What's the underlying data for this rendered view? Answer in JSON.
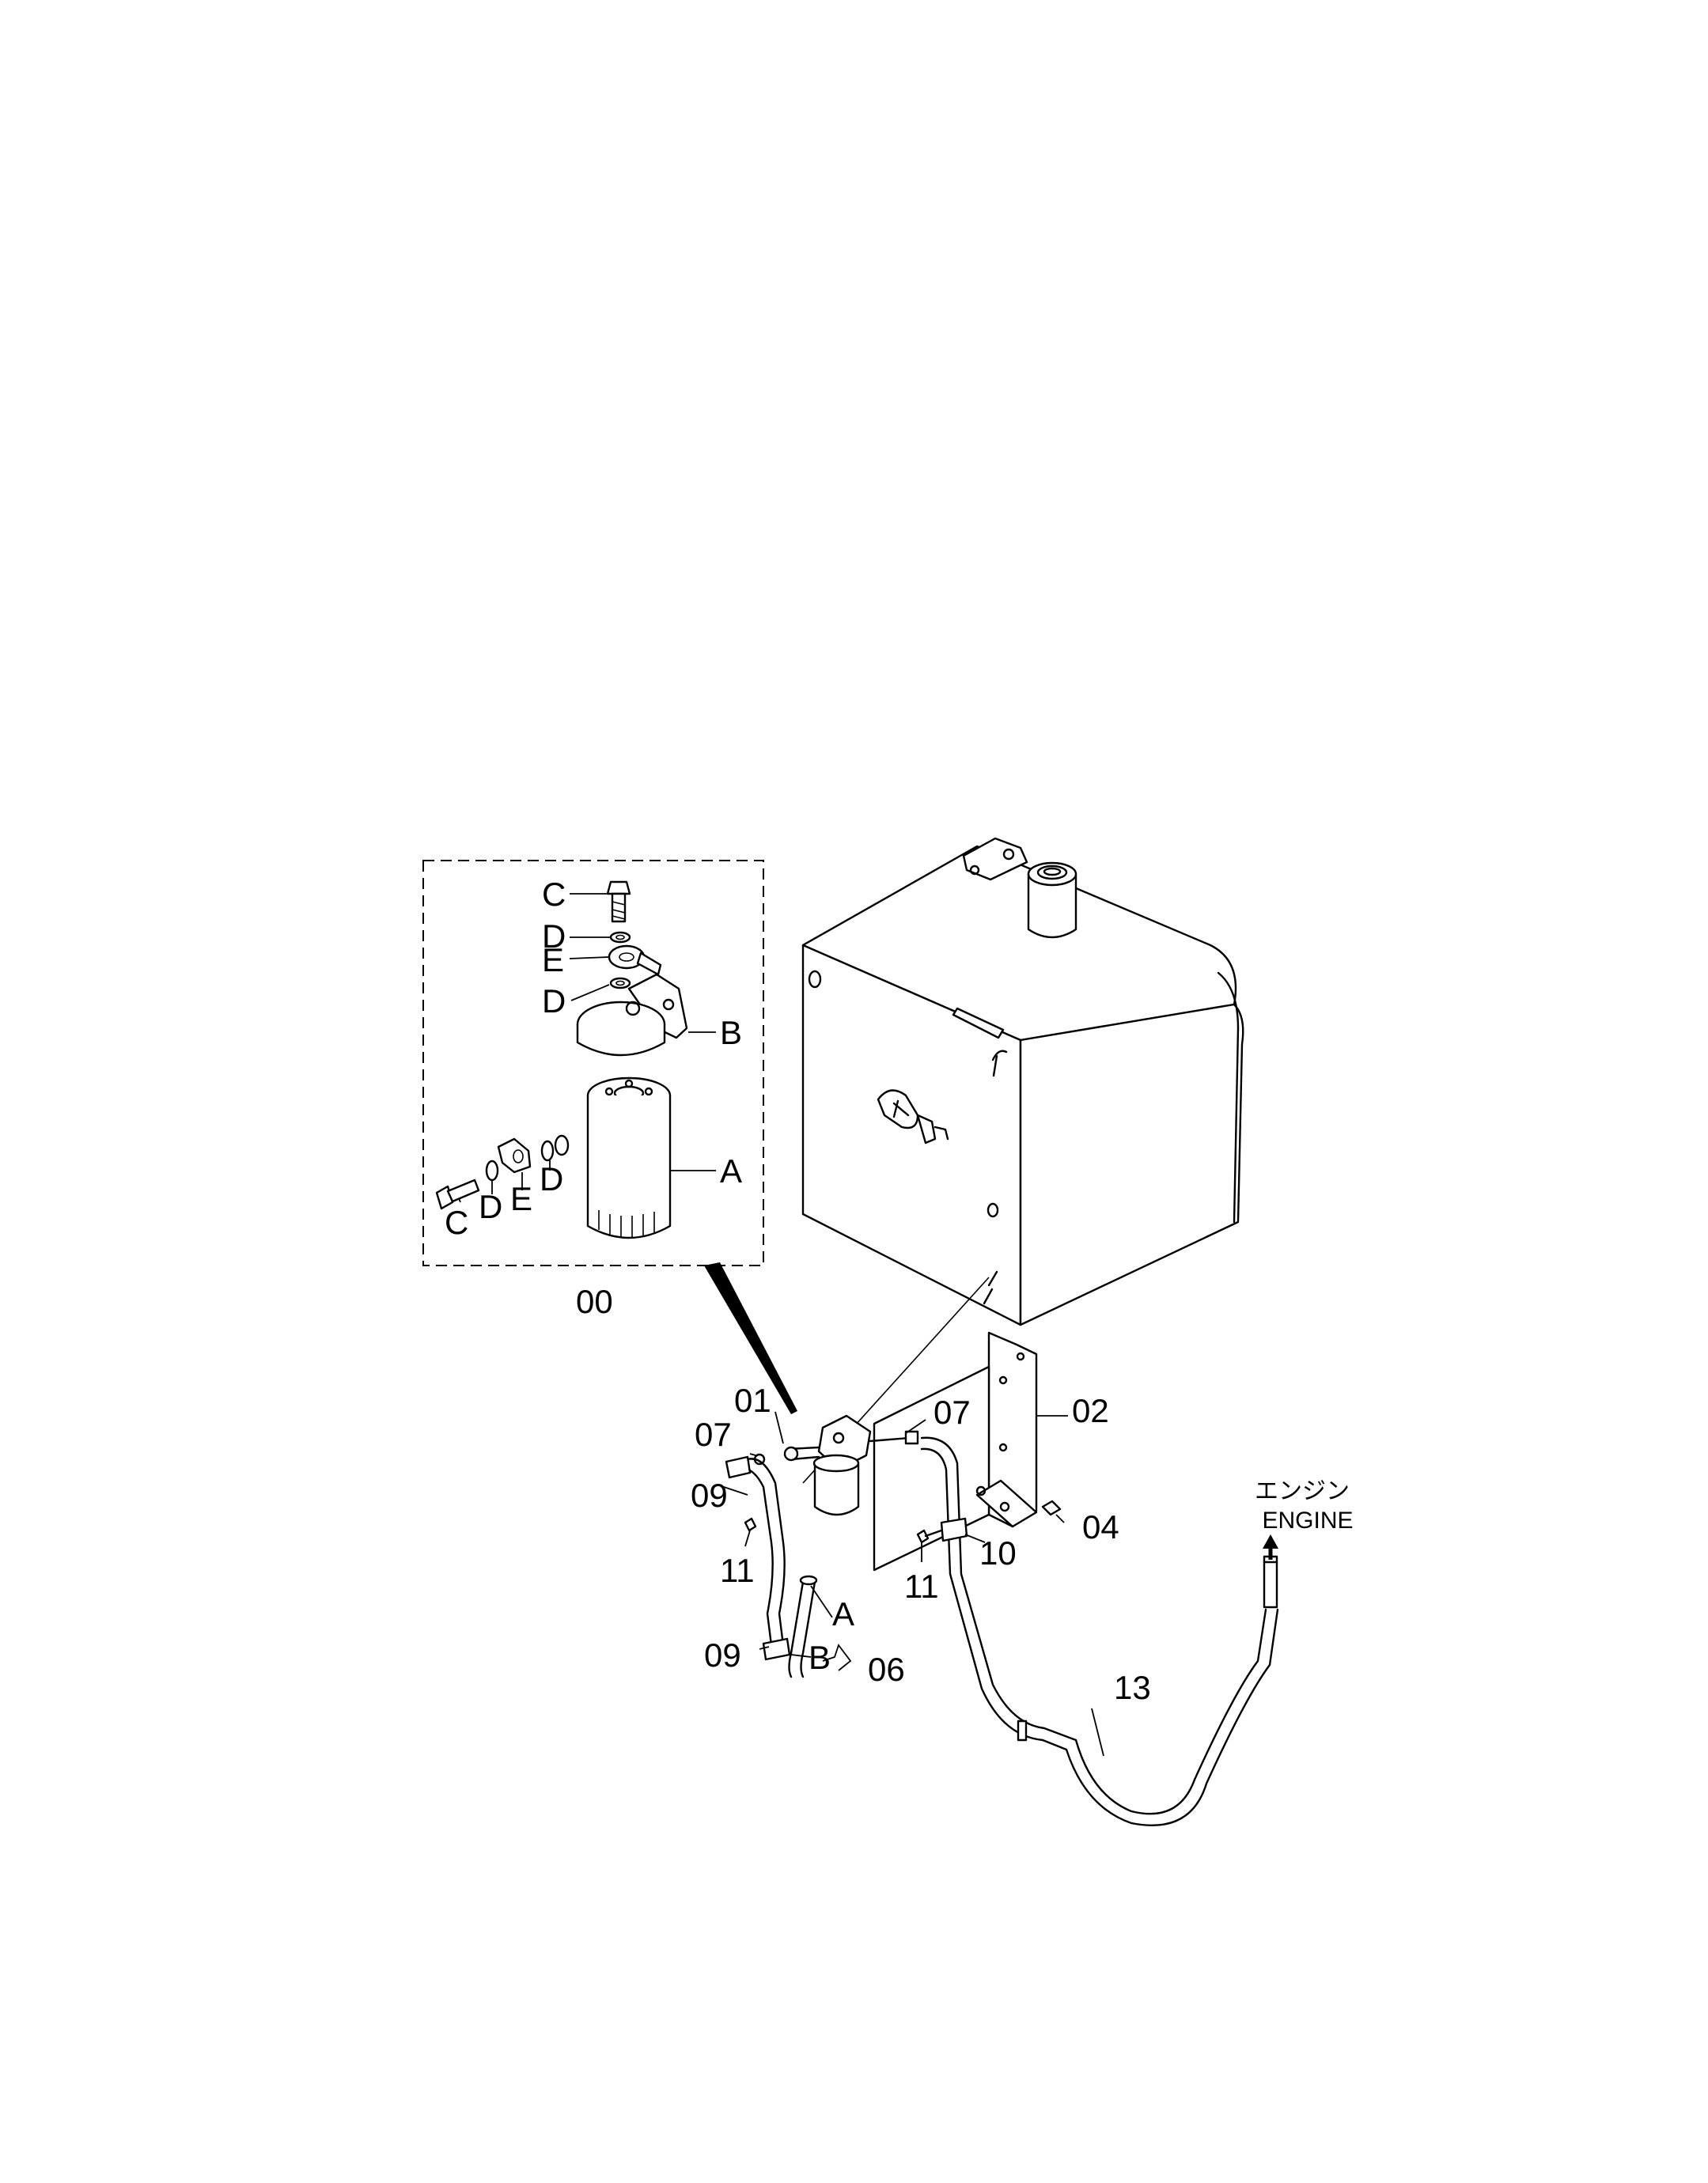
{
  "detail_box_label": "00",
  "destination": {
    "label_ja": "エンジン",
    "label_en": "ENGINE"
  },
  "detail_callouts": {
    "c_top": "C",
    "d_top": "D",
    "e_top": "E",
    "d_mid": "D",
    "b": "B",
    "a": "A",
    "c_left": "C",
    "d_left": "D",
    "e_left": "E",
    "d_right": "D"
  },
  "main_callouts": {
    "p01": "01",
    "p02": "02",
    "p04": "04",
    "p06": "06",
    "p07_left": "07",
    "p07_right": "07",
    "p09_top": "09",
    "p09_bottom": "09",
    "p10": "10",
    "p11_left": "11",
    "p11_right": "11",
    "p13": "13",
    "hose_a": "A",
    "hose_b": "B"
  },
  "colors": {
    "line": "#000000",
    "background": "#ffffff"
  }
}
